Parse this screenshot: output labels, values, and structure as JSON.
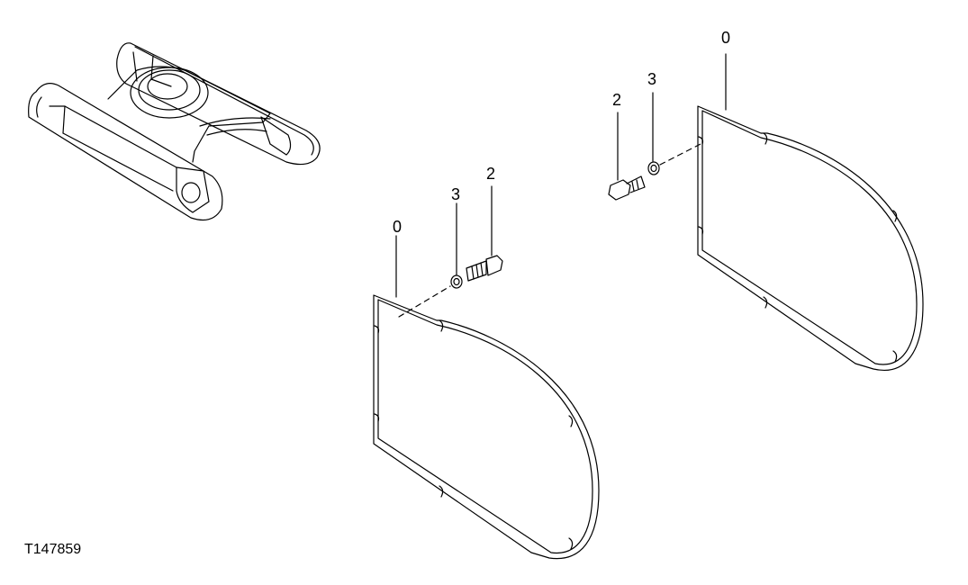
{
  "drawing": {
    "id": "T147859",
    "callouts": {
      "left_cover": {
        "plate": "0",
        "washer": "3",
        "bolt": "2"
      },
      "right_cover": {
        "plate": "0",
        "bolt": "2",
        "washer": "3"
      }
    }
  },
  "colors": {
    "line": "#000000",
    "background": "#ffffff"
  }
}
